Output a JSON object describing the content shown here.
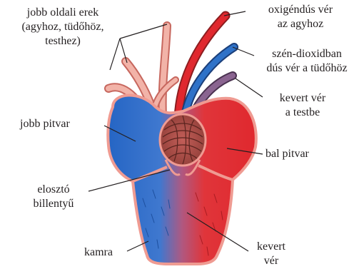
{
  "labels": {
    "jobb_oldali_erek": [
      "jobb oldali erek",
      "(agyhoz, tüdőhöz,",
      "testhez)"
    ],
    "oxigendus_ver": [
      "oxigéndús vér",
      "az agyhoz"
    ],
    "szen_dioxidban": [
      "szén-dioxidban",
      "dús vér a tüdőhöz"
    ],
    "kevert_ver_testbe": [
      "kevert vér",
      "a testbe"
    ],
    "jobb_pitvar": "jobb pitvar",
    "bal_pitvar": "bal pitvar",
    "eloszto_billentyu": [
      "elosztó",
      "billentyű"
    ],
    "kamra": "kamra",
    "kevert_ver": [
      "kevert",
      "vér"
    ]
  },
  "colors": {
    "oxygen_rich": "#e0282e",
    "oxygen_poor": "#2f72c8",
    "mixed": "#7d5a82",
    "vessel_light": "#f2b3a8",
    "heart_outline": "#ef9b92",
    "valve_dark": "#6b2f2a",
    "line": "#231f20"
  }
}
